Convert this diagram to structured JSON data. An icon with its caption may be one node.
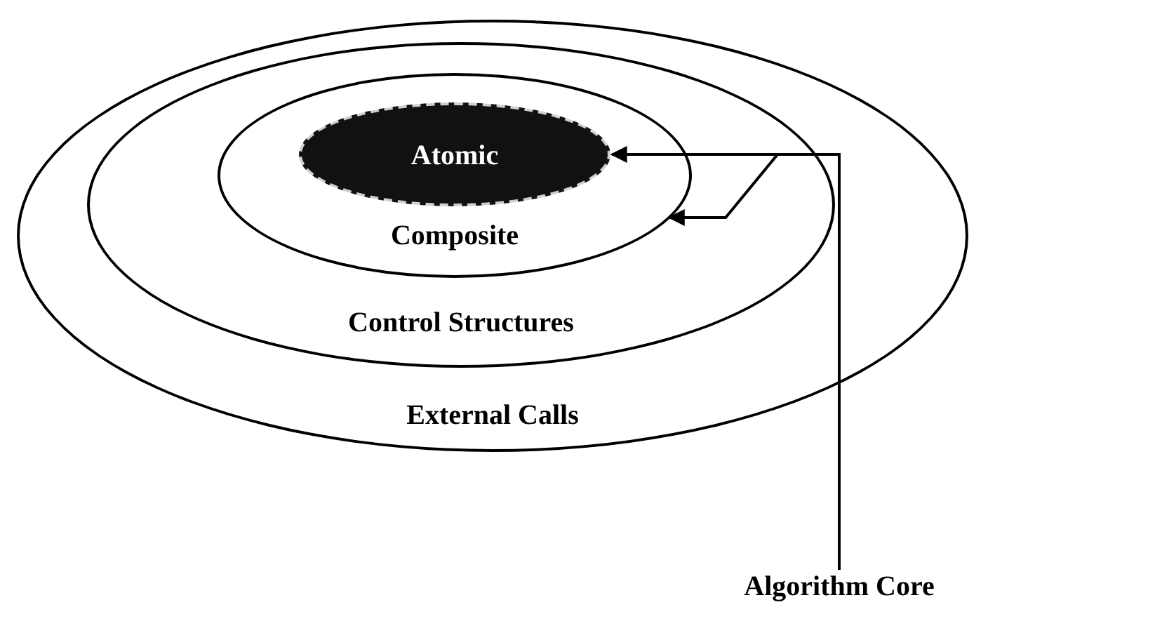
{
  "diagram": {
    "nodes": [
      {
        "text": [
          "External Calls"
        ]
      },
      {
        "text": [
          "Control Structures"
        ],
        "in": 0
      },
      {
        "text": [
          "Composite"
        ],
        "in": 1
      },
      {
        "text": [
          "Atomic"
        ],
        "in": 2
      },
      {
        "text": [
          "Algorithm Core"
        ]
      }
    ],
    "edges": [
      {
        "from": 4,
        "to": 3,
        "arrow": "to"
      },
      {
        "from": 4,
        "to": 2,
        "arrow": "to"
      }
    ]
  }
}
